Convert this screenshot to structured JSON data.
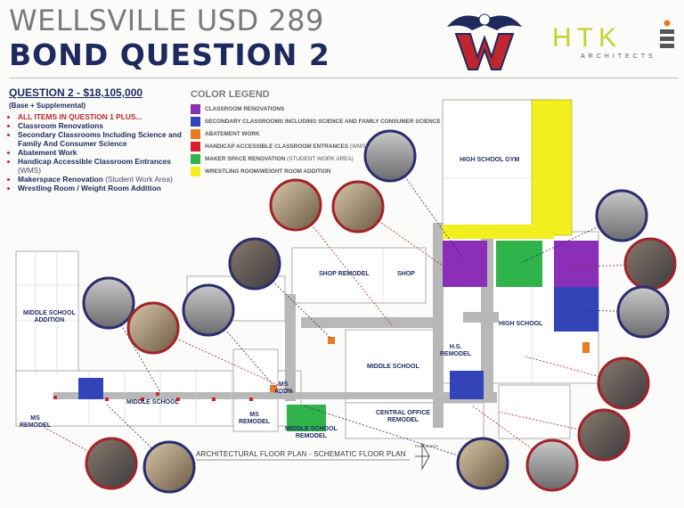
{
  "header": {
    "district": "WELLSVILLE USD 289",
    "bond": "BOND QUESTION 2",
    "firm_name": "HTK",
    "firm_sub": "ARCHITECTS"
  },
  "question": {
    "heading": "QUESTION 2 - $18,105,000",
    "subheading": "(Base + Supplemental)",
    "items": [
      {
        "text": "ALL ITEMS IN QUESTION 1 PLUS...",
        "extra": "",
        "red": true
      },
      {
        "text": "Classroom Renovations",
        "extra": "",
        "red": false
      },
      {
        "text": "Secondary Classrooms Including Science and Family And Consumer Science",
        "extra": "",
        "red": false
      },
      {
        "text": "Abatement Work",
        "extra": "",
        "red": false
      },
      {
        "text": "Handicap Accessible Classroom Entrances",
        "extra": "(WMS)",
        "red": false
      },
      {
        "text": "Makerspace Renovation",
        "extra": "(Student Work Area)",
        "red": false
      },
      {
        "text": "Wrestling Room / Weight Room Addition",
        "extra": "",
        "red": false
      }
    ]
  },
  "legend": {
    "title": "COLOR LEGEND",
    "entries": [
      {
        "label": "CLASSROOM RENOVATIONS",
        "extra": "",
        "color": "#8b2fb8"
      },
      {
        "label": "SECONDARY CLASSROOMS INCLUDING SCIENCE AND FAMILY CONSUMER SCIENCE",
        "extra": "",
        "color": "#3344b8"
      },
      {
        "label": "ABATEMENT WORK",
        "extra": "",
        "color": "#e87a20"
      },
      {
        "label": "HANDICAP ACCESSIBLE CLASSROOM ENTRANCES",
        "extra": "(WMS)",
        "color": "#d8202a"
      },
      {
        "label": "MAKER SPACE RENOVATION",
        "extra": "(STUDENT WORK AREA)",
        "color": "#2fb34a"
      },
      {
        "label": "WRESTLING ROOM/WEIGHT ROOM ADDITION",
        "extra": "",
        "color": "#f2ef1e"
      }
    ]
  },
  "rooms": {
    "gym": "HIGH SCHOOL GYM",
    "shop_remodel": "SHOP REMODEL",
    "shop": "SHOP",
    "ms_addition_1": "MIDDLE SCHOOL",
    "ms_addition_2": "ADDITION",
    "high_school": "HIGH SCHOOL",
    "middle_school": "MIDDLE SCHOOL",
    "hs_remodel_1": "H.S.",
    "hs_remodel_2": "REMODEL",
    "middle_school_wing": "MIDDLE SCHOOL",
    "central_office_1": "CENTRAL OFFICE",
    "central_office_2": "REMODEL",
    "ms_addn_1": "MS",
    "ms_addn_2": "ADDN",
    "ms_remodel_a_1": "MS",
    "ms_remodel_a_2": "REMODEL",
    "ms_remodel_b_1": "MS",
    "ms_remodel_b_2": "REMODEL",
    "ms_school_remodel_1": "MIDDLE SCHOOL",
    "ms_school_remodel_2": "REMODEL"
  },
  "plan_caption": "ARCHITECTURAL FLOOR PLAN - SCHEMATIC FLOOR PLAN",
  "north_label": "PLAN NORTH",
  "colors": {
    "navy": "#1e2a5e",
    "gray_title": "#7a7a7a",
    "photo_ring": "#2b2d6e",
    "photo_ring_red": "#a3222a",
    "hallway": "#b8b8b8"
  }
}
